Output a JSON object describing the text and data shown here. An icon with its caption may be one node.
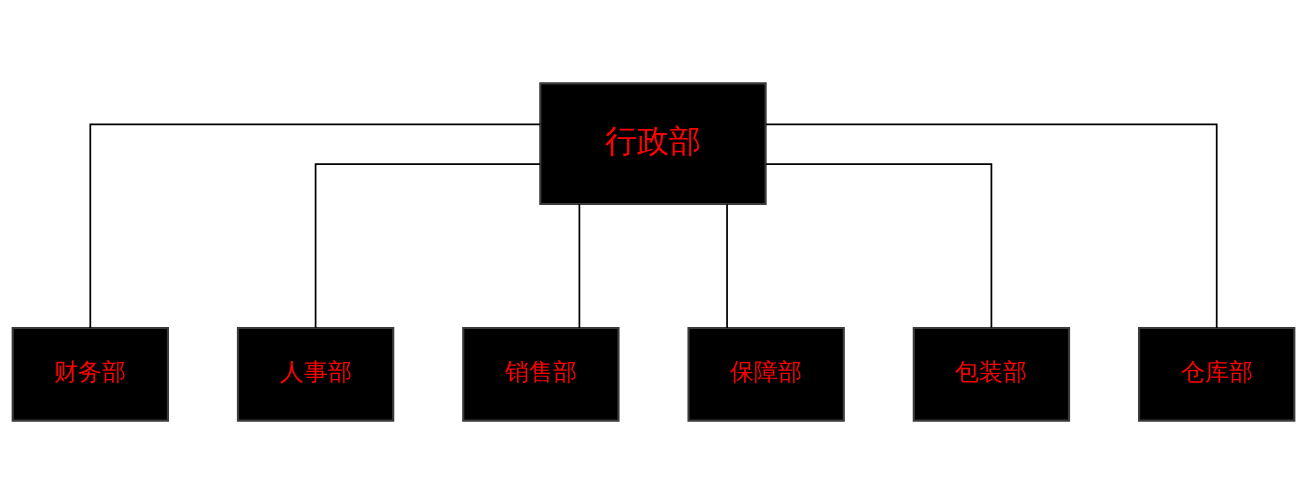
{
  "diagram": {
    "nodes": [
      {
        "text": [
          "行政部"
        ]
      },
      {
        "text": [
          "财务部"
        ]
      },
      {
        "text": [
          "人事部"
        ]
      },
      {
        "text": [
          "销售部"
        ]
      },
      {
        "text": [
          "保障部"
        ]
      },
      {
        "text": [
          "包装部"
        ]
      },
      {
        "text": [
          "仓库部"
        ]
      }
    ],
    "edges": [
      {
        "from": 0,
        "to": 1,
        "arrow": "none"
      },
      {
        "from": 0,
        "to": 2,
        "arrow": "none"
      },
      {
        "from": 0,
        "to": 3,
        "arrow": "none"
      },
      {
        "from": 0,
        "to": 4,
        "arrow": "none"
      },
      {
        "from": 0,
        "to": 5,
        "arrow": "none"
      },
      {
        "from": 0,
        "to": 6,
        "arrow": "none"
      }
    ]
  }
}
